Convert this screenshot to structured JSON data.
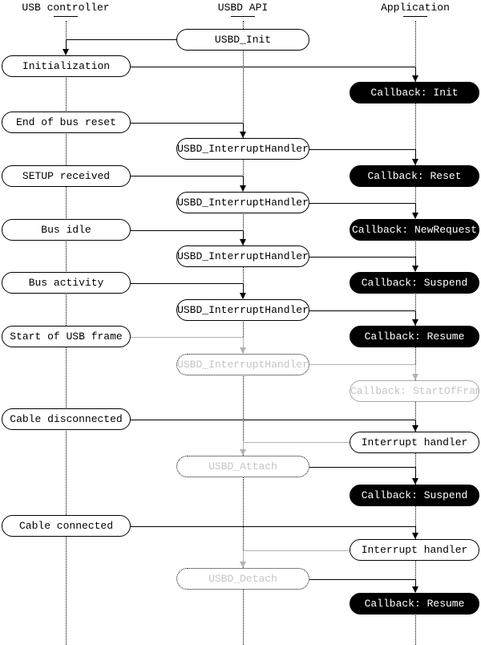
{
  "diagram": {
    "columns": [
      {
        "label": "USB controller"
      },
      {
        "label": "USBD API"
      },
      {
        "label": "Application"
      }
    ],
    "colors": {
      "active_line": "#000000",
      "inactive_line": "#b2b2b2",
      "inactive_text": "#c4c4c4",
      "inactive_border": "#a9a9a9",
      "callback_bg": "#000000",
      "callback_text": "#ffffff"
    },
    "nodes": [
      {
        "label": "USBD_Init",
        "column": "USBD API",
        "state": "active"
      },
      {
        "label": "Initialization",
        "column": "USB controller",
        "state": "active"
      },
      {
        "label": "Callback: Init",
        "column": "Application",
        "state": "active-callback"
      },
      {
        "label": "End of bus reset",
        "column": "USB controller",
        "state": "active"
      },
      {
        "label": "USBD_InterruptHandler",
        "column": "USBD API",
        "state": "active"
      },
      {
        "label": "Callback: Reset",
        "column": "Application",
        "state": "active-callback"
      },
      {
        "label": "SETUP received",
        "column": "USB controller",
        "state": "active"
      },
      {
        "label": "USBD_InterruptHandler",
        "column": "USBD API",
        "state": "active"
      },
      {
        "label": "Callback: NewRequest",
        "column": "Application",
        "state": "active-callback"
      },
      {
        "label": "Bus idle",
        "column": "USB controller",
        "state": "active"
      },
      {
        "label": "USBD_InterruptHandler",
        "column": "USBD API",
        "state": "active"
      },
      {
        "label": "Callback: Suspend",
        "column": "Application",
        "state": "active-callback"
      },
      {
        "label": "Bus activity",
        "column": "USB controller",
        "state": "active"
      },
      {
        "label": "USBD_InterruptHandler",
        "column": "USBD API",
        "state": "active"
      },
      {
        "label": "Callback: Resume",
        "column": "Application",
        "state": "active-callback"
      },
      {
        "label": "Start of USB frame",
        "column": "USB controller",
        "state": "active"
      },
      {
        "label": "USBD_InterruptHandler",
        "column": "USBD API",
        "state": "inactive"
      },
      {
        "label": "Callback: StartOfFrame",
        "column": "Application",
        "state": "inactive-callback"
      },
      {
        "label": "Cable disconnected",
        "column": "USB controller",
        "state": "active"
      },
      {
        "label": "Interrupt handler",
        "column": "Application",
        "state": "active"
      },
      {
        "label": "USBD_Attach",
        "column": "USBD API",
        "state": "inactive"
      },
      {
        "label": "Callback: Suspend",
        "column": "Application",
        "state": "active-callback"
      },
      {
        "label": "Cable connected",
        "column": "USB controller",
        "state": "active"
      },
      {
        "label": "Interrupt handler",
        "column": "Application",
        "state": "active"
      },
      {
        "label": "USBD_Detach",
        "column": "USBD API",
        "state": "inactive"
      },
      {
        "label": "Callback: Resume",
        "column": "Application",
        "state": "active-callback"
      }
    ]
  }
}
